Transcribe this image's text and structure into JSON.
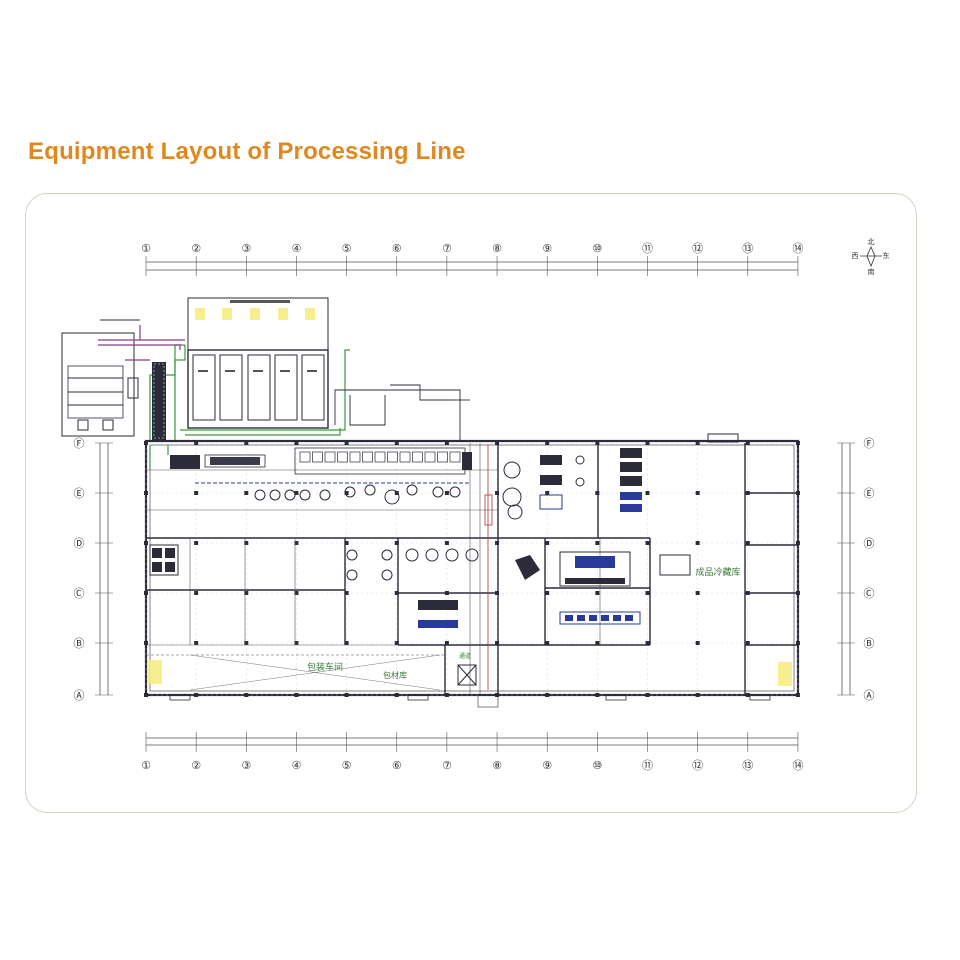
{
  "page": {
    "title": "Equipment Layout of Processing Line"
  },
  "plan": {
    "column_labels": [
      "①",
      "②",
      "③",
      "④",
      "⑤",
      "⑥",
      "⑦",
      "⑧",
      "⑨",
      "⑩",
      "⑪",
      "⑫",
      "⑬",
      "⑭"
    ],
    "row_labels": [
      "Ⓕ",
      "Ⓔ",
      "Ⓓ",
      "Ⓒ",
      "Ⓑ",
      "Ⓐ"
    ],
    "compass": {
      "north": "北",
      "south": "南",
      "west": "西",
      "east": "东"
    },
    "room_labels": {
      "storage_right": "成品冷藏库",
      "packing_area": "包装车间",
      "warehouse": "包材库",
      "corridor": "通道"
    },
    "colors": {
      "title": "#e0881e",
      "line": "#2b2b3a",
      "pipe_green": "#3a9a3a",
      "pipe_purple": "#8a3a8a",
      "equip_blue": "#2a3a9a",
      "tank_yellow": "#f2e67a"
    }
  }
}
